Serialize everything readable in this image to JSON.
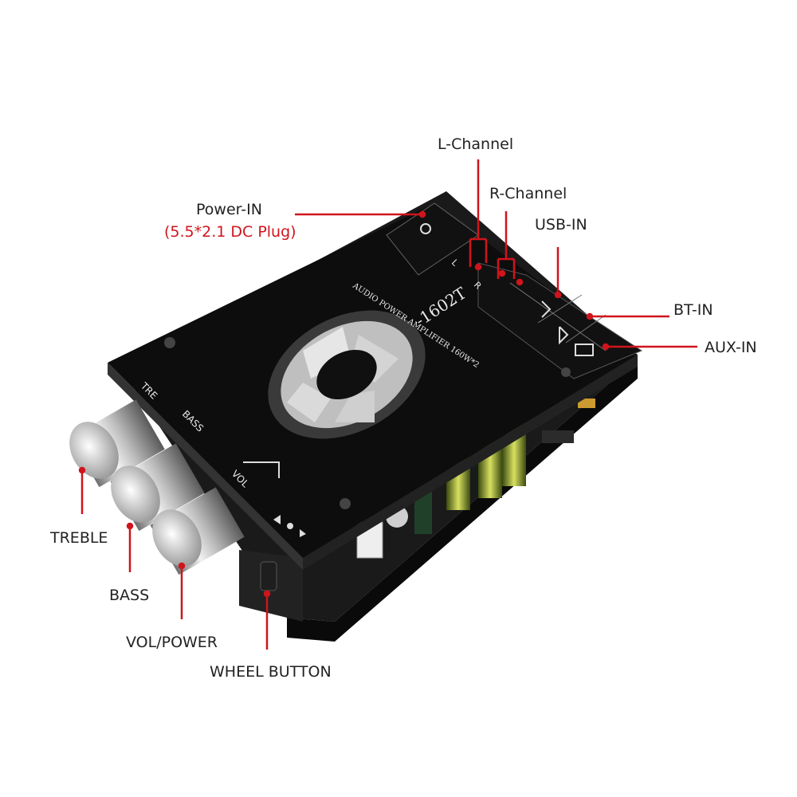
{
  "labels": {
    "power_in": "Power-IN",
    "power_in_sub": "(5.5*2.1 DC Plug)",
    "l_channel": "L-Channel",
    "r_channel": "R-Channel",
    "usb_in": "USB-IN",
    "bt_in": "BT-IN",
    "aux_in": "AUX-IN",
    "treble": "TREBLE",
    "bass": "BASS",
    "vol_power": "VOL/POWER",
    "wheel_button": "WHEEL BUTTON"
  },
  "board_print": {
    "model": "-1602T",
    "subtitle": "AUDIO POWER AMPLIFIER 160W*2",
    "knob_tre": "TRE",
    "knob_bass": "BASS",
    "knob_vol": "VOL",
    "lch": "L",
    "rch": "R"
  },
  "colors": {
    "callout_line": "#d0141c",
    "label_text": "#222222",
    "sub_text": "#d0141c",
    "board_top": "#0d0d0d",
    "pcb": "#151515"
  }
}
